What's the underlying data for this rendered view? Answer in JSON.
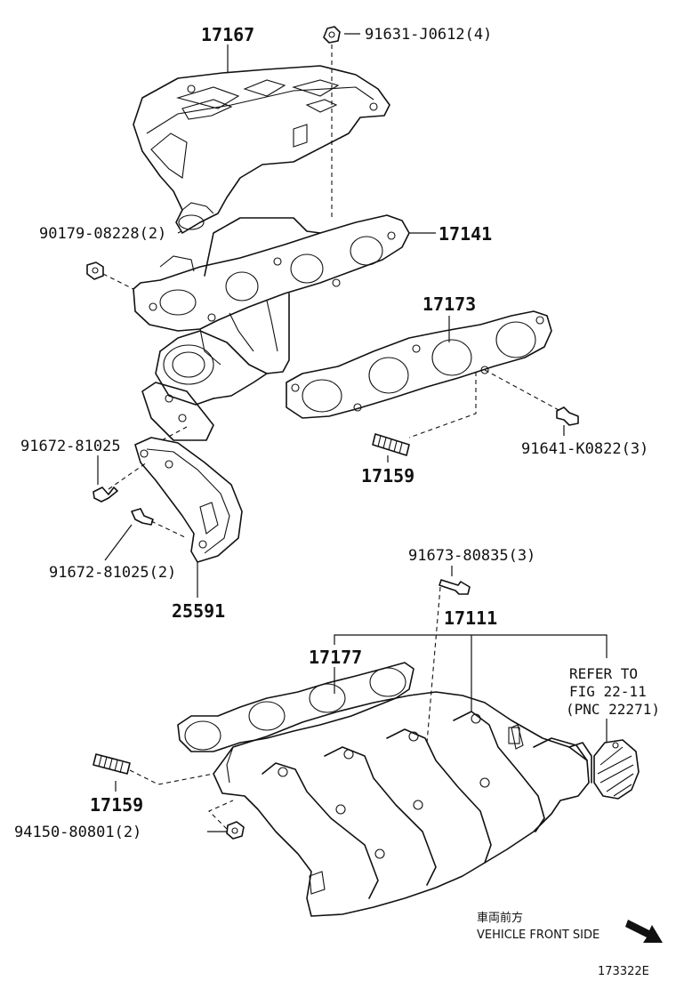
{
  "labels": {
    "heat_insulator": "17167",
    "heat_insulator_bolt": "91631-J0612(4)",
    "manifold_nut": "90179-08228(2)",
    "exhaust_manifold": "17141",
    "exhaust_gasket": "17173",
    "exhaust_bolt": "91641-K0822(3)",
    "stay_bolt": "91672-81025",
    "exhaust_stud": "17159",
    "stay_bolt_2": "91672-81025(2)",
    "manifold_stay": "25591",
    "intake_bolt": "91673-80835(3)",
    "intake_manifold": "17111",
    "intake_gasket": "17177",
    "refer_line1": "REFER TO",
    "refer_line2": "FIG 22-11",
    "refer_line3": "(PNC 22271)",
    "intake_stud": "17159",
    "intake_nut": "94150-80801(2)",
    "front_jp": "車両前方",
    "front_en": "VEHICLE FRONT SIDE",
    "figure_id": "173322E"
  },
  "icons": [
    "front-direction-arrow-icon"
  ]
}
